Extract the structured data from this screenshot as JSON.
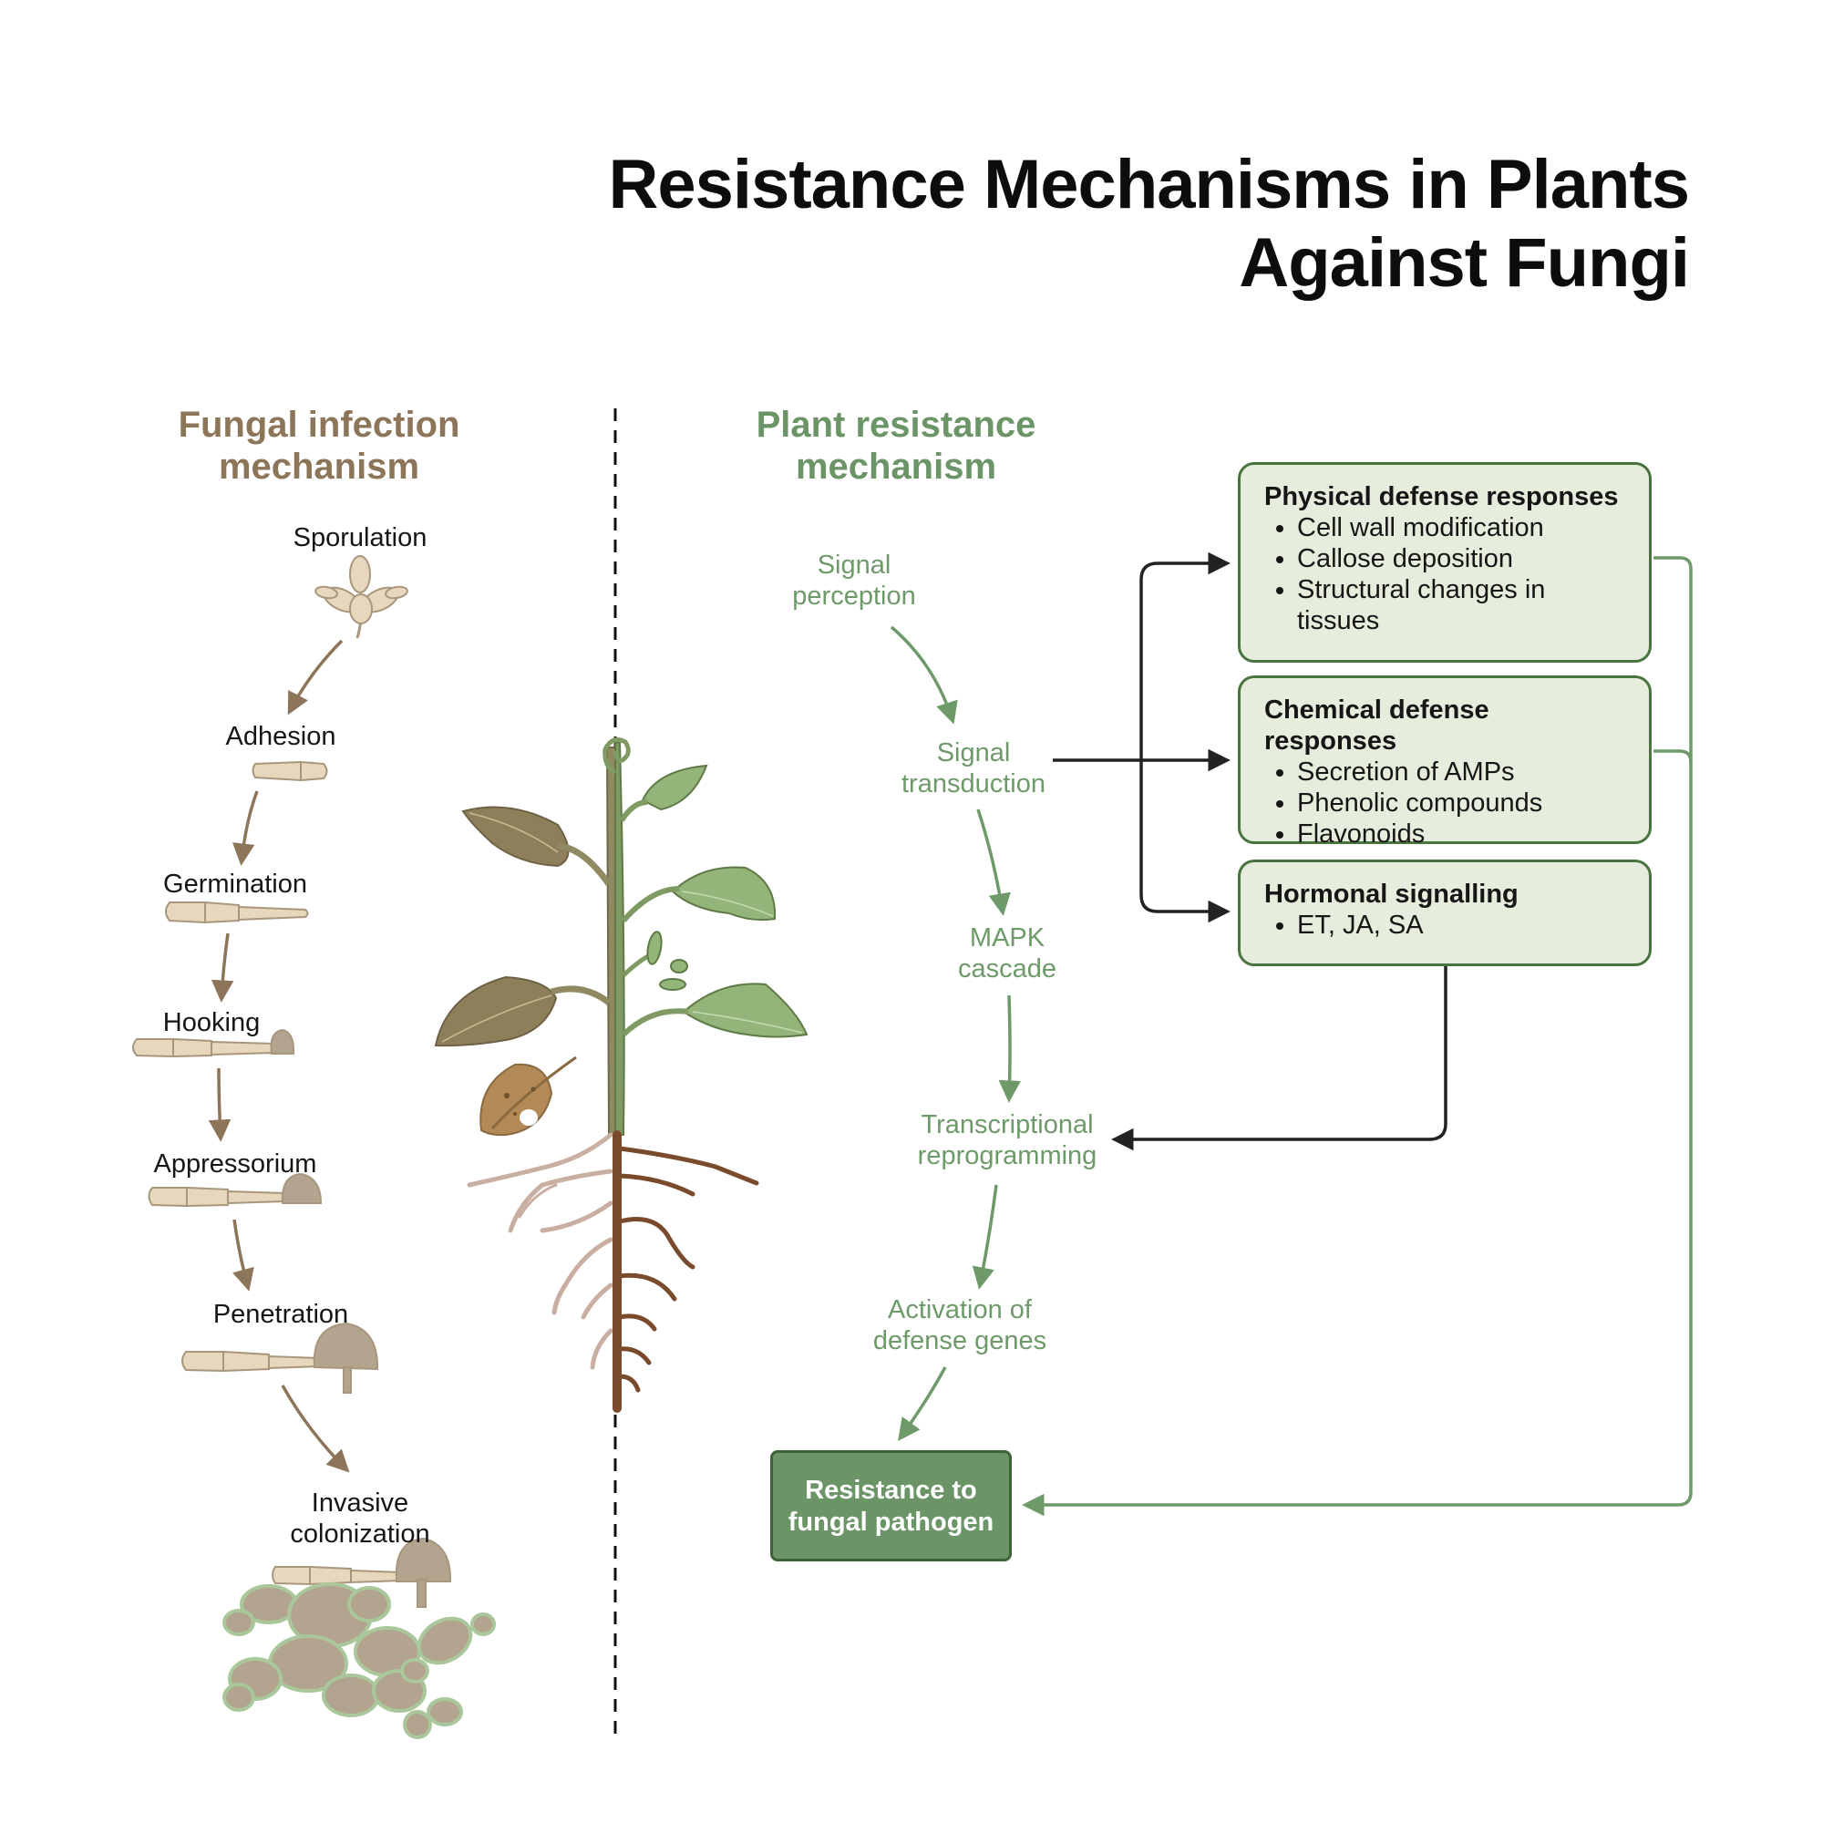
{
  "title": {
    "line1": "Resistance Mechanisms in Plants",
    "line2": "Against Fungi"
  },
  "fungal": {
    "heading_line1": "Fungal infection",
    "heading_line2": "mechanism",
    "stages": [
      {
        "label": "Sporulation"
      },
      {
        "label": "Adhesion"
      },
      {
        "label": "Germination"
      },
      {
        "label": "Hooking"
      },
      {
        "label": "Appressorium"
      },
      {
        "label": "Penetration"
      },
      {
        "label_line1": "Invasive",
        "label_line2": "colonization"
      }
    ]
  },
  "plant": {
    "heading_line1": "Plant resistance",
    "heading_line2": "mechanism",
    "steps": [
      {
        "line1": "Signal",
        "line2": "perception"
      },
      {
        "line1": "Signal",
        "line2": "transduction"
      },
      {
        "line1": "MAPK",
        "line2": "cascade"
      },
      {
        "line1": "Transcriptional",
        "line2": "reprogramming"
      },
      {
        "line1": "Activation of",
        "line2": "defense genes"
      }
    ],
    "result": {
      "line1": "Resistance to",
      "line2": "fungal pathogen"
    }
  },
  "boxes": {
    "physical": {
      "title": "Physical defense responses",
      "items": [
        "Cell wall modification",
        "Callose deposition",
        "Structural changes in tissues"
      ]
    },
    "chemical": {
      "title": "Chemical defense responses",
      "items": [
        "Secretion of AMPs",
        "Phenolic compounds",
        "Flavonoids"
      ]
    },
    "hormonal": {
      "title": "Hormonal signalling",
      "items": [
        "ET, JA, SA"
      ]
    }
  },
  "colors": {
    "fungal_brown": "#8c7558",
    "plant_green": "#6b9467",
    "box_fill": "#e6eddd",
    "box_border": "#49733f",
    "spore_beige": "#e6d7bd",
    "fungus_tan": "#b3a48f",
    "root_brown": "#7a4a2c",
    "arrow_dark": "#222222"
  }
}
